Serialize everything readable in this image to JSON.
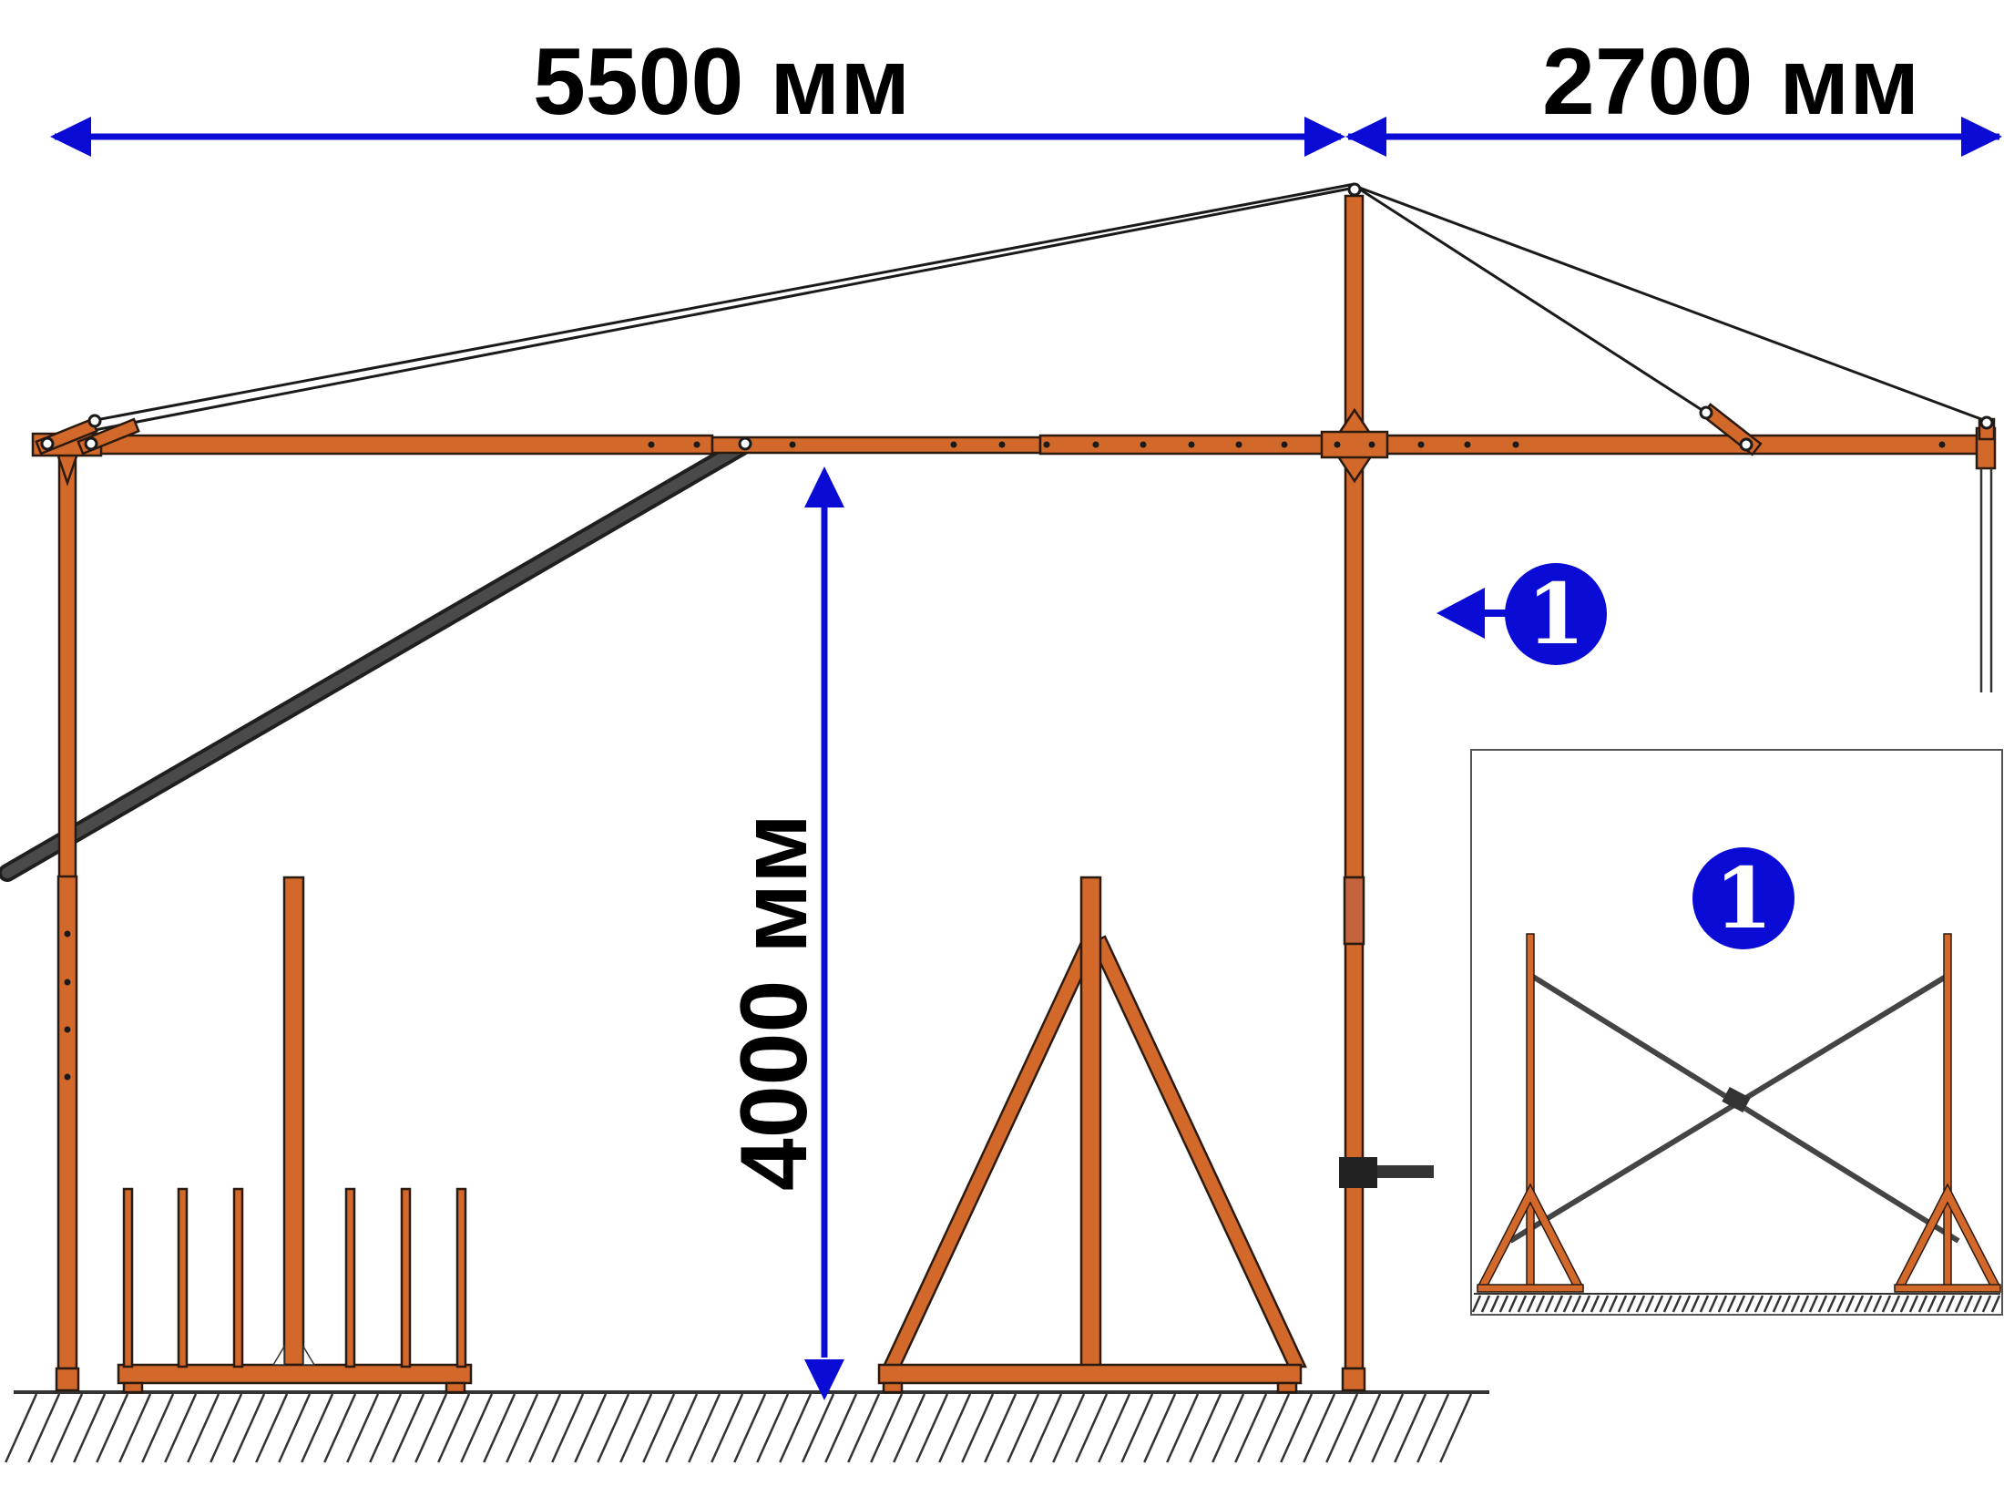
{
  "dimensions": {
    "span_left": "5500 мм",
    "span_right": "2700 мм",
    "height": "4000 мм"
  },
  "callout": {
    "number": "1"
  },
  "inset": {
    "number": "1"
  },
  "colors": {
    "frame": "#d2692b",
    "frame_stroke": "#2b1a10",
    "dimension": "#0b0bd6",
    "brace": "#3a3a3a",
    "ground": "#333333"
  }
}
